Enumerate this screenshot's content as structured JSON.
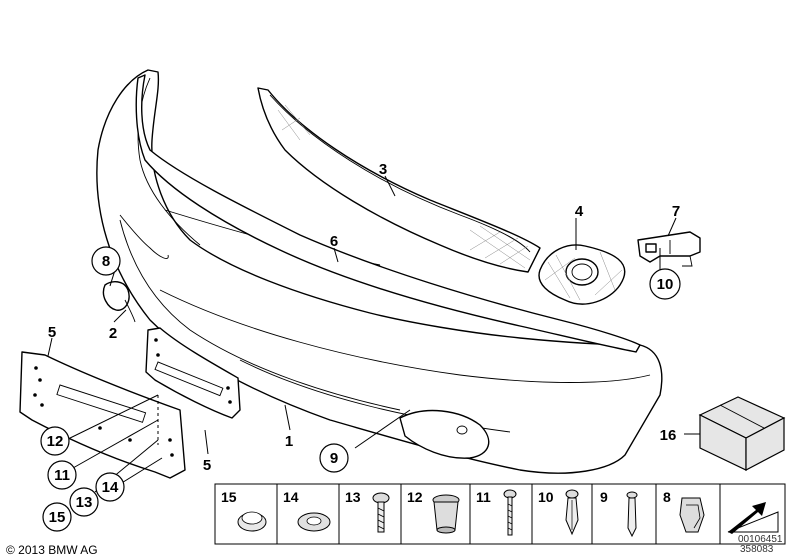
{
  "callouts": [
    {
      "id": "c1",
      "label": "1",
      "circled": false
    },
    {
      "id": "c2",
      "label": "2",
      "circled": false
    },
    {
      "id": "c3",
      "label": "3",
      "circled": false
    },
    {
      "id": "c4",
      "label": "4",
      "circled": false
    },
    {
      "id": "c5a",
      "label": "5",
      "circled": false
    },
    {
      "id": "c5b",
      "label": "5",
      "circled": false
    },
    {
      "id": "c6",
      "label": "6",
      "circled": false
    },
    {
      "id": "c7",
      "label": "7",
      "circled": false
    },
    {
      "id": "c8",
      "label": "8",
      "circled": true
    },
    {
      "id": "c9",
      "label": "9",
      "circled": true
    },
    {
      "id": "c10",
      "label": "10",
      "circled": true
    },
    {
      "id": "c11",
      "label": "11",
      "circled": true
    },
    {
      "id": "c12",
      "label": "12",
      "circled": true
    },
    {
      "id": "c13",
      "label": "13",
      "circled": true
    },
    {
      "id": "c14",
      "label": "14",
      "circled": false
    },
    {
      "id": "c15",
      "label": "15",
      "circled": true
    },
    {
      "id": "c16",
      "label": "16",
      "circled": false
    }
  ],
  "legend": {
    "items": [
      {
        "number": "15",
        "icon": "rubber-cap-icon"
      },
      {
        "number": "14",
        "icon": "washer-icon"
      },
      {
        "number": "13",
        "icon": "screw-icon"
      },
      {
        "number": "12",
        "icon": "grommet-icon"
      },
      {
        "number": "11",
        "icon": "long-screw-icon"
      },
      {
        "number": "10",
        "icon": "expanding-rivet-icon"
      },
      {
        "number": "9",
        "icon": "push-pin-icon"
      },
      {
        "number": "8",
        "icon": "spring-clip-icon"
      }
    ],
    "last_icon": "wedge-arrow-icon"
  },
  "footer": {
    "copyright": "© 2013 BMW AG",
    "image_number_top": "00106451",
    "image_number_bottom": "358083"
  }
}
